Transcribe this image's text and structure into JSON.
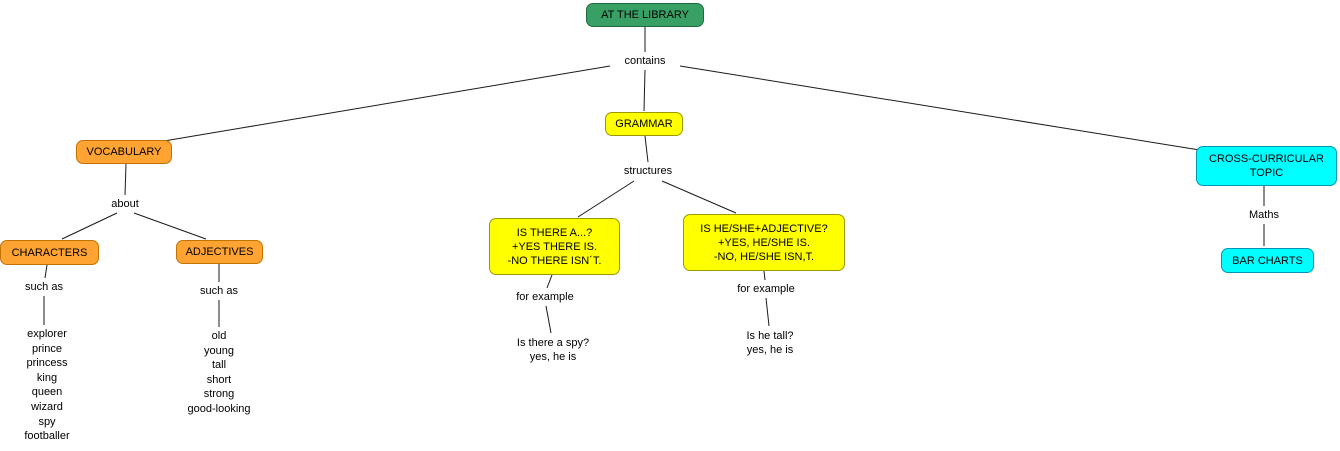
{
  "colors": {
    "root_green": "#38a065",
    "vocab_orange": "#ffa333",
    "grammar_yellow": "#ffff00",
    "topic_cyan": "#00ffff"
  },
  "nodes": {
    "root": "AT THE LIBRARY",
    "vocabulary": "VOCABULARY",
    "grammar": "GRAMMAR",
    "cross_curricular": "CROSS-CURRICULAR TOPIC",
    "characters": "CHARACTERS",
    "adjectives": "ADJECTIVES",
    "is_there": "IS THERE A...?\n+YES THERE IS.\n-NO THERE ISN´T.",
    "is_heshe": "IS HE/SHE+ADJECTIVE?\n+YES, HE/SHE IS.\n-NO, HE/SHE ISN,T.",
    "bar_charts": "BAR CHARTS"
  },
  "labels": {
    "contains": "contains",
    "about": "about",
    "structures": "structures",
    "such_as_characters": "such as",
    "such_as_adjectives": "such as",
    "for_example_left": "for example",
    "for_example_right": "for example",
    "maths": "Maths",
    "characters_list": "explorer\nprince\nprincess\nking\nqueen\nwizard\nspy\nfootballer",
    "adjectives_list": "old\nyoung\ntall\nshort\nstrong\ngood-looking",
    "example_left": "Is there a spy?\nyes, he is",
    "example_right": "Is he tall?\nyes, he is"
  }
}
